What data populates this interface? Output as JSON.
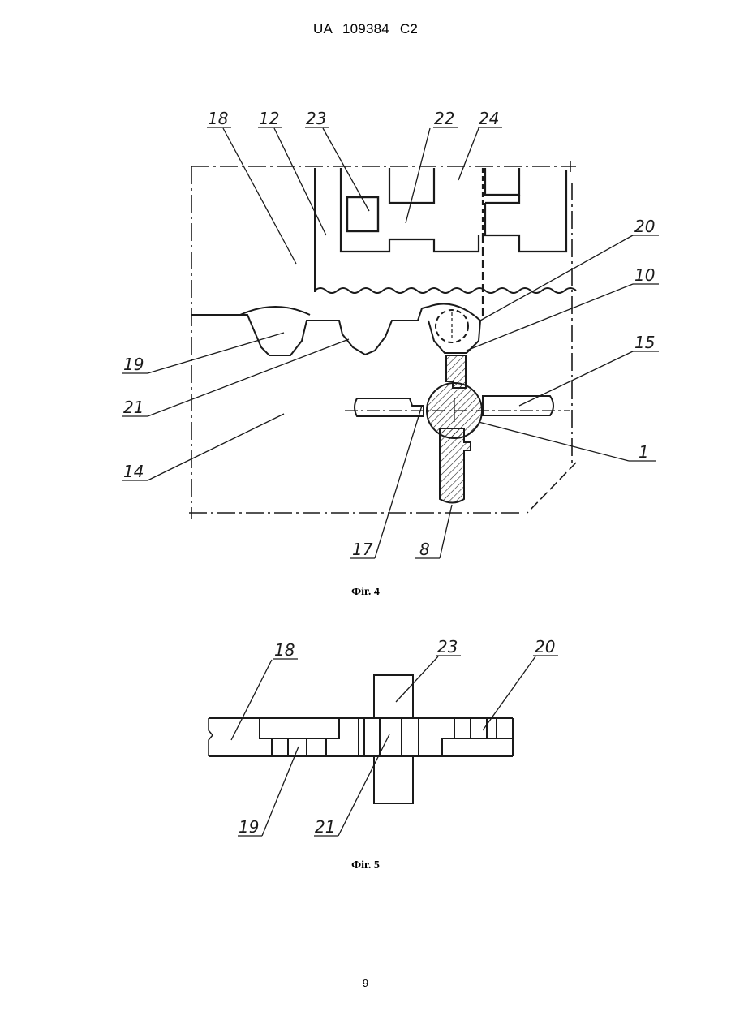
{
  "header": {
    "patent_id": "UA   109384   C2"
  },
  "figure4": {
    "caption": "Фіг. 4",
    "labels": {
      "l18": "18",
      "l12": "12",
      "l23": "23",
      "l22": "22",
      "l24": "24",
      "l20": "20",
      "l10": "10",
      "l15": "15",
      "l19": "19",
      "l21": "21",
      "l14": "14",
      "l1": "1",
      "l17": "17",
      "l8": "8"
    }
  },
  "figure5": {
    "caption": "Фіг. 5",
    "labels": {
      "l18": "18",
      "l23": "23",
      "l20": "20",
      "l19": "19",
      "l21": "21"
    }
  },
  "footer": {
    "page_number": "9"
  }
}
